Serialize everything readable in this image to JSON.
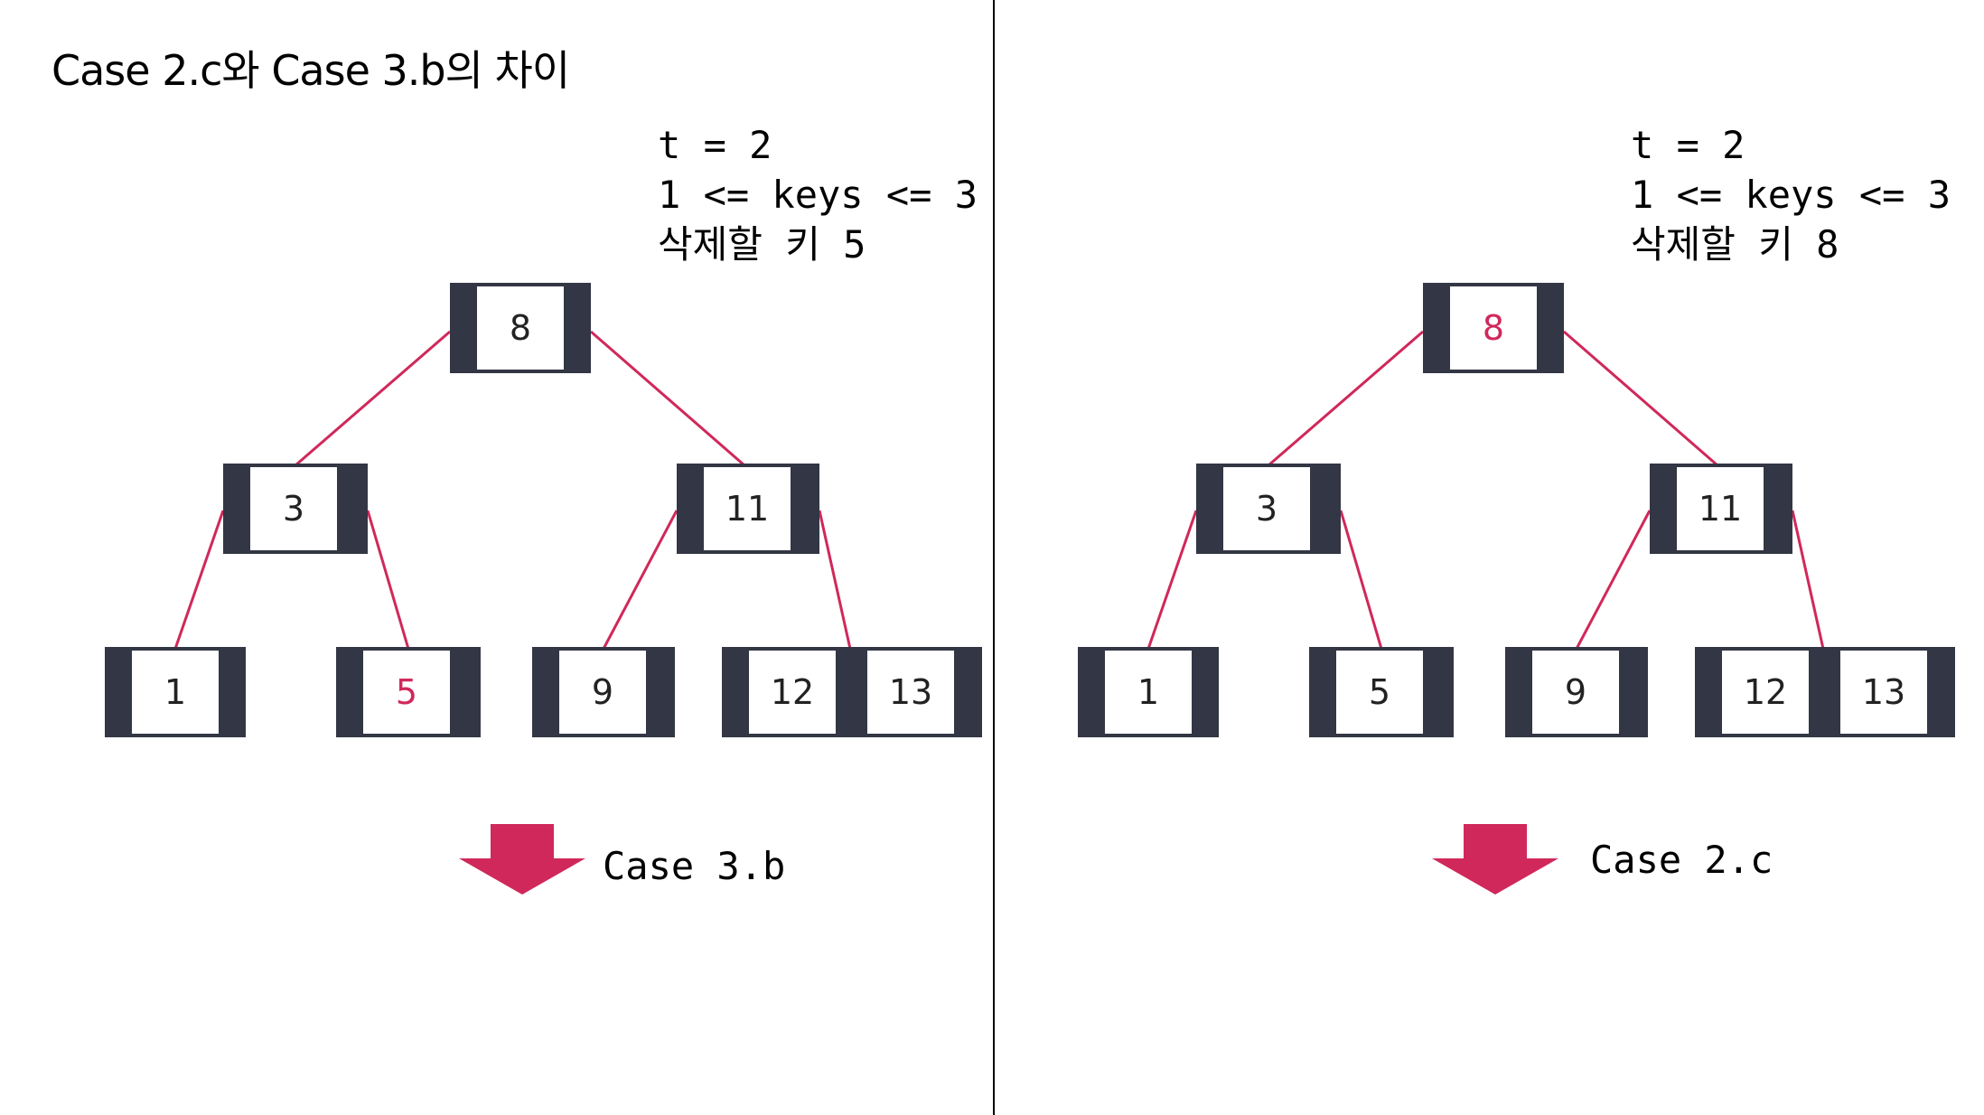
{
  "title": "Case 2.c와 Case 3.b의 차이",
  "colors": {
    "edge": "#d0285a",
    "node": "#333644",
    "highlight": "#d0285a",
    "arrow": "#d0285a"
  },
  "panels": [
    {
      "info": {
        "line1": "t = 2",
        "line2": "1 <= keys <= 3",
        "line3": "삭제할 키 5"
      },
      "nodes": {
        "root": {
          "keys": [
            "8"
          ],
          "highlight": []
        },
        "left": {
          "keys": [
            "3"
          ],
          "highlight": []
        },
        "right": {
          "keys": [
            "11"
          ],
          "highlight": []
        },
        "leaf1": {
          "keys": [
            "1"
          ],
          "highlight": []
        },
        "leaf2": {
          "keys": [
            "5"
          ],
          "highlight": [
            0
          ]
        },
        "leaf3": {
          "keys": [
            "9"
          ],
          "highlight": []
        },
        "leaf4": {
          "keys": [
            "12",
            "13"
          ],
          "highlight": []
        }
      },
      "case_label": "Case 3.b",
      "arrow_icon": "down-arrow-icon"
    },
    {
      "info": {
        "line1": "t = 2",
        "line2": "1 <= keys <= 3",
        "line3": "삭제할 키 8"
      },
      "nodes": {
        "root": {
          "keys": [
            "8"
          ],
          "highlight": [
            0
          ]
        },
        "left": {
          "keys": [
            "3"
          ],
          "highlight": []
        },
        "right": {
          "keys": [
            "11"
          ],
          "highlight": []
        },
        "leaf1": {
          "keys": [
            "1"
          ],
          "highlight": []
        },
        "leaf2": {
          "keys": [
            "5"
          ],
          "highlight": []
        },
        "leaf3": {
          "keys": [
            "9"
          ],
          "highlight": []
        },
        "leaf4": {
          "keys": [
            "12",
            "13"
          ],
          "highlight": []
        }
      },
      "case_label": "Case 2.c",
      "arrow_icon": "down-arrow-icon"
    }
  ]
}
